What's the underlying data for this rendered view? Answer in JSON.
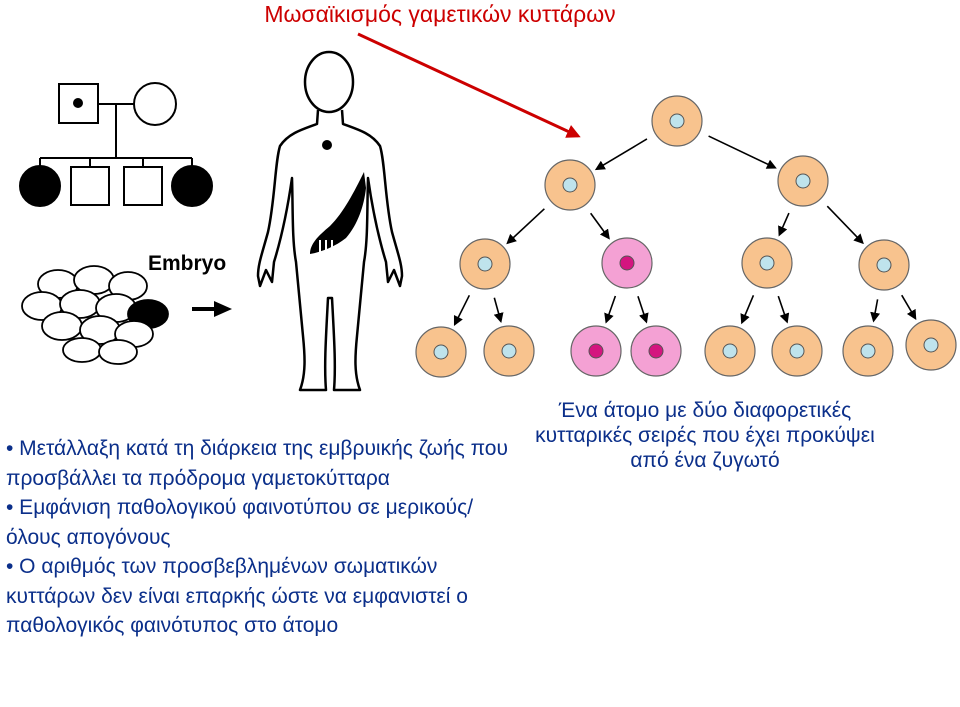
{
  "title": "Μωσαϊκισμός γαμετικών κυττάρων",
  "embryo_label": "Embryo",
  "bullets": [
    "• Μετάλλαξη κατά τη διάρκεια της εμβρυικής ζωής που προσβάλλει τα πρόδρομα γαμετοκύτταρα",
    "• Εμφάνιση παθολογικού φαινοτύπου σε μερικούς/όλους απογόνους",
    "• Ο αριθμός των προσβεβλημένων σωματικών κυττάρων δεν είναι επαρκής ώστε να εμφανιστεί ο παθολογικός φαινότυπος στο άτομο"
  ],
  "caption": "Ένα άτομο με δύο διαφορετικές κυτταρικές σειρές που έχει προκύψει από ένα ζυγωτό",
  "colors": {
    "title": "#cc0000",
    "text": "#0b2f8a",
    "normal_cell": "#f8c38e",
    "normal_nucleus": "#bfe3ec",
    "mutant_cell": "#f4a1d4",
    "mutant_nucleus": "#d4157f",
    "arrow_red": "#cc0000"
  },
  "pedigree": {
    "generation1": [
      {
        "symbol": "square",
        "fill": "carrier-dot"
      },
      {
        "symbol": "circle",
        "fill": "none"
      }
    ],
    "generation2": [
      {
        "symbol": "circle",
        "fill": "affected"
      },
      {
        "symbol": "square",
        "fill": "none"
      },
      {
        "symbol": "square",
        "fill": "none"
      },
      {
        "symbol": "circle",
        "fill": "affected"
      }
    ]
  },
  "cell_tree": {
    "levels": [
      [
        "normal"
      ],
      [
        "normal",
        "normal"
      ],
      [
        "normal",
        "mutant",
        "normal",
        "normal"
      ],
      [
        "normal",
        "normal",
        "mutant",
        "mutant",
        "normal",
        "normal",
        "normal",
        "normal"
      ]
    ]
  }
}
